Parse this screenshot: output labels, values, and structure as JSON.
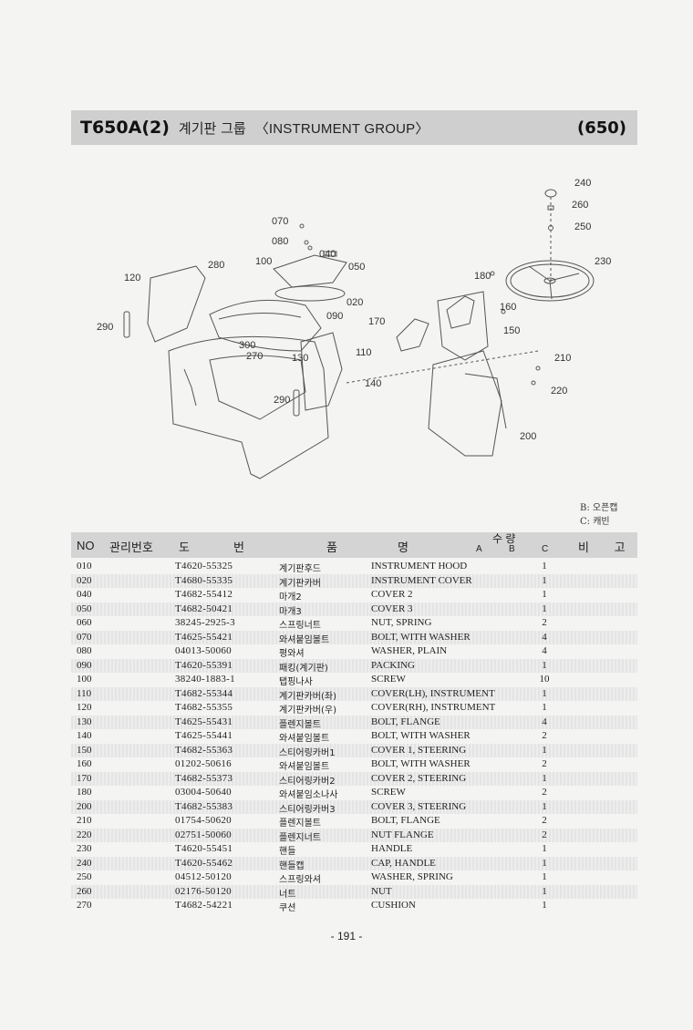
{
  "header": {
    "model": "T650A(2)",
    "title_kr": "계기판 그룹",
    "title_en": "〈INSTRUMENT GROUP〉",
    "code": "(650)"
  },
  "diagram_labels": [
    "240",
    "260",
    "250",
    "230",
    "070",
    "080",
    "040",
    "050",
    "280",
    "100",
    "120",
    "020",
    "090",
    "180",
    "160",
    "150",
    "170",
    "290",
    "300",
    "270",
    "130",
    "110",
    "210",
    "140",
    "290",
    "220",
    "200"
  ],
  "legend": [
    "B: 오픈캡",
    "C: 캐빈"
  ],
  "table": {
    "headers": {
      "no": "NO",
      "mgmt": "관리번호",
      "drawing1": "도",
      "drawing2": "번",
      "name1": "품",
      "name2": "명",
      "qty": "수 량",
      "qty_a": "A",
      "qty_b": "B",
      "qty_c": "C",
      "remark": "비 고"
    },
    "rows": [
      {
        "no": "010",
        "code": "T4620-55325",
        "kr": "계기판후드",
        "en": "INSTRUMENT HOOD",
        "qty": "1"
      },
      {
        "no": "020",
        "code": "T4680-55335",
        "kr": "계기판카버",
        "en": "INSTRUMENT COVER",
        "qty": "1"
      },
      {
        "no": "040",
        "code": "T4682-55412",
        "kr": "마개2",
        "en": "COVER 2",
        "qty": "1"
      },
      {
        "no": "050",
        "code": "T4682-50421",
        "kr": "마개3",
        "en": "COVER 3",
        "qty": "1"
      },
      {
        "no": "060",
        "code": "38245-2925-3",
        "kr": "스프링너트",
        "en": "NUT, SPRING",
        "qty": "2"
      },
      {
        "no": "070",
        "code": "T4625-55421",
        "kr": "와셔붙임볼트",
        "en": "BOLT, WITH WASHER",
        "qty": "4"
      },
      {
        "no": "080",
        "code": "04013-50060",
        "kr": "평와셔",
        "en": "WASHER, PLAIN",
        "qty": "4"
      },
      {
        "no": "090",
        "code": "T4620-55391",
        "kr": "패킹(계기판)",
        "en": "PACKING",
        "qty": "1"
      },
      {
        "no": "100",
        "code": "38240-1883-1",
        "kr": "탭핑나사",
        "en": "SCREW",
        "qty": "10"
      },
      {
        "no": "110",
        "code": "T4682-55344",
        "kr": "계기판카버(좌)",
        "en": "COVER(LH), INSTRUMENT",
        "qty": "1"
      },
      {
        "no": "120",
        "code": "T4682-55355",
        "kr": "계기판카버(우)",
        "en": "COVER(RH), INSTRUMENT",
        "qty": "1"
      },
      {
        "no": "130",
        "code": "T4625-55431",
        "kr": "플렌지볼트",
        "en": "BOLT, FLANGE",
        "qty": "4"
      },
      {
        "no": "140",
        "code": "T4625-55441",
        "kr": "와셔붙임볼트",
        "en": "BOLT, WITH WASHER",
        "qty": "2"
      },
      {
        "no": "150",
        "code": "T4682-55363",
        "kr": "스티어링카버1",
        "en": "COVER 1, STEERING",
        "qty": "1"
      },
      {
        "no": "160",
        "code": "01202-50616",
        "kr": "와셔붙임볼트",
        "en": "BOLT, WITH WASHER",
        "qty": "2"
      },
      {
        "no": "170",
        "code": "T4682-55373",
        "kr": "스티어링카버2",
        "en": "COVER 2, STEERING",
        "qty": "1"
      },
      {
        "no": "180",
        "code": "03004-50640",
        "kr": "와셔붙임소나사",
        "en": "SCREW",
        "qty": "2"
      },
      {
        "no": "200",
        "code": "T4682-55383",
        "kr": "스티어링카버3",
        "en": "COVER 3, STEERING",
        "qty": "1"
      },
      {
        "no": "210",
        "code": "01754-50620",
        "kr": "플렌지볼트",
        "en": "BOLT, FLANGE",
        "qty": "2"
      },
      {
        "no": "220",
        "code": "02751-50060",
        "kr": "플렌지너트",
        "en": "NUT FLANGE",
        "qty": "2"
      },
      {
        "no": "230",
        "code": "T4620-55451",
        "kr": "핸들",
        "en": "HANDLE",
        "qty": "1"
      },
      {
        "no": "240",
        "code": "T4620-55462",
        "kr": "핸들캡",
        "en": "CAP, HANDLE",
        "qty": "1"
      },
      {
        "no": "250",
        "code": "04512-50120",
        "kr": "스프링와셔",
        "en": "WASHER, SPRING",
        "qty": "1"
      },
      {
        "no": "260",
        "code": "02176-50120",
        "kr": "너트",
        "en": "NUT",
        "qty": "1"
      },
      {
        "no": "270",
        "code": "T4682-54221",
        "kr": "쿠션",
        "en": "CUSHION",
        "qty": "1"
      }
    ]
  },
  "page_number": "- 191 -"
}
